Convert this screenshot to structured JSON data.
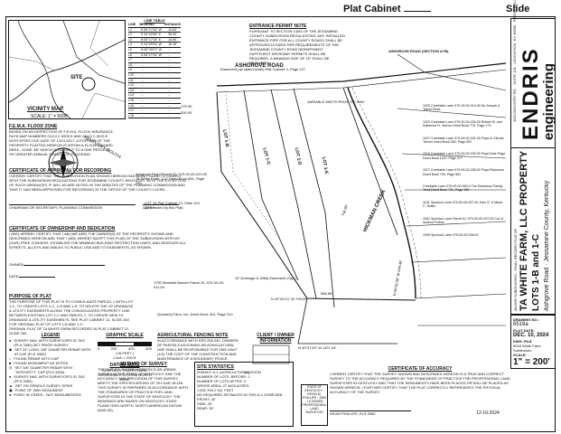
{
  "header": {
    "plat_cabinet": "Plat Cabinet",
    "slide": "Slide"
  },
  "line_table": {
    "title": "LINE TABLE",
    "columns": [
      "LINE",
      "BEARING",
      "DISTANCE"
    ],
    "rows": [
      [
        "L1",
        "S 55°17'04\" W",
        "14.60'"
      ],
      [
        "L2",
        "S 34°42'56\" E",
        "30.00'"
      ],
      [
        "L3",
        "N 55°17'04\" E",
        "14.60'"
      ],
      [
        "L4",
        "S 34°29'53\" W",
        "15.15'"
      ],
      [
        "L5",
        "N 55°30'07\" W",
        "..."
      ],
      [
        "L6",
        "S 55°17'04\" W",
        "..."
      ],
      [
        "L7",
        "...",
        "..."
      ],
      [
        "L8",
        "...",
        "..."
      ],
      [
        "L9",
        "...",
        "..."
      ],
      [
        "L10",
        "...",
        "..."
      ],
      [
        "L11",
        "...",
        "..."
      ],
      [
        "L12",
        "...",
        "..."
      ],
      [
        "L13",
        "...",
        "..."
      ],
      [
        "L14",
        "...",
        "..."
      ],
      [
        "L15",
        "...",
        "..."
      ],
      [
        "L16",
        "...",
        "..."
      ],
      [
        "L17",
        "...",
        "..."
      ],
      [
        "L18",
        "...",
        "..."
      ]
    ]
  },
  "vicinity": {
    "site": "SITE",
    "title": "VICINITY MAP",
    "scale": "SCALE: 1\" = 5000'"
  },
  "fema": {
    "title": "F.E.M.A. FLOOD ZONE",
    "text": "BASED ON AN INSPECTION OF F.E.M.A. FLOOD INSURANCE RATE MAP NUMBERS 21113 C 0005 E AND 21113 C 0015 E WITH EFFECTIVE DATE OF 12/21/2017, A PORTION OF THE PROPERTY PLATTED HEREON IS WITHIN A FLOOD HAZARD AREA - ZONE 'AE' WHICH IS SUBJECT TO A ONE PERCENT OR GREATER ANNUAL CHANCE OF FLOODING."
  },
  "approval": {
    "title": "CERTIFICATE OF APPROVAL FOR RECORDING",
    "text": "I HEREBY CERTIFY THAT THE SUBDIVISION PLAN SHOWN HEREON HAS BEEN FOUND TO COMPLY WITH THE SUBDIVISION REGULATIONS FOR JESSAMINE COUNTY, KENTUCKY, WITH THE EXCEPTION OF SUCH VARIANCES, IF ANY, AS ARE NOTED IN THE MINUTES OF THE PLANNING COMMISSION AND THAT IT HAS BEEN APPROVED FOR RECORDING IN THE OFFICE OF THE COUNTY CLERK.",
    "sig1": "CHAIRMAN OR SECRETARY, PLANNING COMMISSION",
    "sig2": "DATE"
  },
  "ownership": {
    "title": "CERTIFICATE OF OWNERSHIP AND DEDICATION",
    "text": "I (WE) HEREBY CERTIFY THAT I AM (WE ARE) THE OWNER(S) OF THE PROPERTY SHOWN AND DESCRIBED HEREON AND THAT I (WE) HEREBY ADOPT THIS PLAN OF THE SUBDIVISION WITH MY (OUR) FREE CONSENT, ESTABLISH THE MINIMUM BUILDING RESTRICTION LINES, AND DEDICATE ALL STREETS, ALLEYS AND WALKS TO PUBLIC USE AND TO EASEMENTS, AS SHOWN.",
    "owner_label": "OWNER:",
    "date_label": "DATE:"
  },
  "purpose": {
    "title": "PURPOSE OF PLAT",
    "text": "THE PURPOSE OF THIS PLAT IS TO CONSOLIDATE PARCEL 1 WITH LOT 1-C, TO CREATE LOTS 1-C, 1-D AND 1-E, TO DELETE THE 10' DRAINAGE & UTILITY EASEMENTS ALONG THE CONSOLIDATED PROPERTY LINE BETWEEN EXISTING LOT 1-C AND PARCEL 1, TO CREATE NEW 10' DRAINAGE & UTILITY EASEMENTS. SEE PLAT CABINET 12, SLIDE 260 FOR ORIGINAL PLAT OF LOTS 1-B AND 1-C.",
    "extra": "ORIGINAL PLAT OF TA WHITE FARM RECORDED IN PLAT CABINET 12, SLIDE 260."
  },
  "legend": {
    "title": "LEGEND",
    "items": [
      "SURVEY NAIL WITH SURVEYOR'S ID TAG (PLS 3350) SET PRIOR SURVEY",
      "SET 24\" LONG, 5/8\" DIAMETER REBAR WITH ID CAP (PLS 3350)",
      "FOUND REBAR WITH CAP",
      "FOUND MONUMENT AS NOTED",
      "SET 5/8\" DIAMETER REBAR WITH \"INTEGRITY\" CAP (PLS 3350)",
      "SURVEY NAIL WITH SURVEYOR'S ID TAG (PLS 3350)",
      "SET ON SPINDLE SURVEY SPIKE",
      "POINT OF WAY MONUMENT",
      "POINT IN CREEK - NOT MONUMENTED"
    ]
  },
  "graphic_scale": {
    "title": "GRAPHIC SCALE",
    "ticks": [
      "0",
      "200",
      "400",
      "600"
    ],
    "unit": "( IN FEET )",
    "value": "1 inch = 200 ft."
  },
  "datum": {
    "title": "DATUM NOTE",
    "text": "KENTUCKY STATE PLANE COORDINATE SYSTEM NORTH ZONE"
  },
  "method": {
    "title": "METHOD OF SURVEY",
    "text": "THE SURVEY SHOWN HEREON IS AN URBAN SURVEY IN THE STATE OF KENTUCKY, AND THE ACCURACY AND PRECISION OF THIS SURVEY MEETS THE SPECIFICATIONS OF 201 KAR 18:150. THIS SURVEY IS PREPARED IN ACCORDANCE WITH THE STANDARDS OF PRACTICE FOR LAND SURVEYORS IN THE STATE OF KENTUCKY. THE BEARINGS ARE BASED ON KENTUCKY STATE PLANE GRID NORTH, NORTH AMERICAN DATUM (NAD 83)."
  },
  "agricultural": {
    "title": "AGRICULTURAL FENCING NOTE",
    "text": "IN ACCORDANCE WITH KRS 256.040, OWNERS OF PARCELS ADJOINING AN AGRICULTURAL USE SHALL BE RESPONSIBLE FOR ONE-HALF (1/2) THE COST OF THE CONSTRUCTION AND MAINTENANCE OF A BOUNDARY FENCE."
  },
  "client": {
    "title": "CLIENT / OWNER INFORMATION",
    "lines": [
      "JACKSON",
      "TA WHITE FARM, LLC PROPERTY"
    ]
  },
  "site_stats": {
    "title": "SITE STATISTICS",
    "rows": [
      "ZONING: A-1 (AGRICULTURAL)",
      "NUMBER OF LOTS, BEFORE: 2",
      "NUMBER OF LOTS AFTER: 4",
      "GROSS AREA: 27.4400 ACRES",
      "1,631,709.1 SQ. FEET"
    ],
    "note": "NO REQUIRED SETBACKS IN THIS A-1 ZONE ARE:",
    "setbacks": [
      "FRONT: 40'",
      "SIDE: 25'",
      "REAR: 30'"
    ]
  },
  "accuracy": {
    "title": "CERTIFICATE OF ACCURACY",
    "text": "I HEREBY CERTIFY THAT THE SURVEY SHOWN AND DESCRIBED HEREON IS A TRUE AND CORRECT SURVEY TO THE ACCURACY REQUIRED BY THE STANDARDS OF PRACTICE FOR PROFESSIONAL LAND SURVEYORS IN KENTUCKY AND THAT THE MONUMENTS HAVE BEEN PLACED OR WILL BE PLACED AS SHOWN HEREON. I FURTHER CERTIFY THAT THE PLAT CORRECTLY REPRESENTS THE PHYSICAL ACCURACY OF THE SURVEY.",
    "surveyor": "KEVIN PHILLIPS, PLS 3350",
    "date": "12-10-2024",
    "seal": "STATE OF KENTUCKY · KEVIN M. PHILLIPS · 3350 · LICENSED PROFESSIONAL LAND SURVEYOR"
  },
  "entrance": {
    "title": "ENTRANCE PERMIT NOTE",
    "text": "PURSUANT TO SECTION 4.603 OF THE JESSAMINE COUNTY SUBDIVISION REGULATIONS, ANY INSTALLED ENTRANCE PIPE FOR ALL COUNTY ROADS SHALL BE APPROVED/15 SIZED PER REQUIREMENTS OF THE JESSAMINE COUNTY ROAD DEPARTMENT. SUFFICIENT DRIVEWAY PERMITS SHALL BE REQUIRED. A MINIMUM SIZE OF 15\" SHALL BE REQUIRED."
  },
  "map": {
    "road_main": "ASHGROVE ROAD",
    "road_section": "ASHGROVE ROAD (SECTION A+B)",
    "creek": "HICKMAN CREEK",
    "easement_note": "Easement (as stated width) Plat Cabinet 4, Page 127",
    "row_note": "VARIABLE WIDTH RIGHT-OF-WAY",
    "drainage_note": "10' Drainage & Utility Easement (Typ.)",
    "parcel_labels": [
      "Ashgrove Road Parcel ID: 079-00-00-010.00 TA White Farm, LLC Deed Book 834, Page 282",
      "LOT 1A Plat Cabinet 12, Slide 104 (Unaffected by this Plat)",
      "1700 Marshall Branch Parcel ID: 079-00-00-011.00",
      "Quarterly Farm, Inc. Deed Book 414, Page 310"
    ],
    "adjoiners": [
      "1025 Creekside Lane 079-00-00-014.00 De Joseph & Tasha Hicks",
      "1023 Creekside Lane 079-00-00-030.00 Robert W. and Katherine H. Vernon Deed Book 770, Page 174",
      "1021 Creekside Lane 079-00-00-031.00 Floyd & Glenda Tanner Deed Book 550, Page 502",
      "1019 Creekside Lane 079-00-00-039.00 Floyd Dale Page Deed Book 1120, Page 477",
      "1017 Creekside Lane 079-00-00-038.00 Floyd Roberson Deed Book 726, Page 802",
      "Creekside Lane 079-00-00-000.0 The Dickerson Family Trust Deed Book 721, Page 450",
      "1101 Spurlock Lane 079-00-00-037.00 John O. & Maria C. Drake",
      "1081 Spurlock Lane Parcel ID: 079-00-00-037.30 Cox & Andrea Forbes",
      "1099 Spurlock Lane 079-00-00-038.00"
    ],
    "lots": [
      "LOT 1-B",
      "LOT 1-C",
      "LOT 1-D",
      "LOT 1-E"
    ],
    "bearings": [
      "S 46°10'47\" W",
      "N 29°40'04\" E",
      "N 40°40'14\" W 799.99'",
      "N 40°47'49\" W 1107.44'",
      "N 56°01'38\" W 644.48'",
      "S 55°17'04\" W",
      "175.00'",
      "200.00'",
      "586.85'",
      "746.85'"
    ]
  },
  "title_block": {
    "firm_name": "ENDRIS",
    "firm_sub": "engineering",
    "firm_address": "1110 INDUSTRY RD. · SUITE 101 · LEXINGTON, KY 40505 · PHONE 859.253.0035",
    "type": "MAJOR SUBDIVISION - FINAL RECORD PLAT OF",
    "project": "TA WHITE FARM, LLC PROPERTY",
    "lots": "LOTS 1-B and 1-C",
    "location": "Ashgrove Road · Jessamine County, Kentucky",
    "drawing_no_label": "DRAWING NO.:",
    "drawing_no": "6518a",
    "plot_date_label": "PLOT DATE:",
    "plot_date": "DEC. 10, 2024",
    "dwg_file_label": "DWG. FILE",
    "dwg_file": "6518 White Farm Subdivision",
    "scale_label": "SCALE:",
    "scale": "1\" = 200'"
  }
}
